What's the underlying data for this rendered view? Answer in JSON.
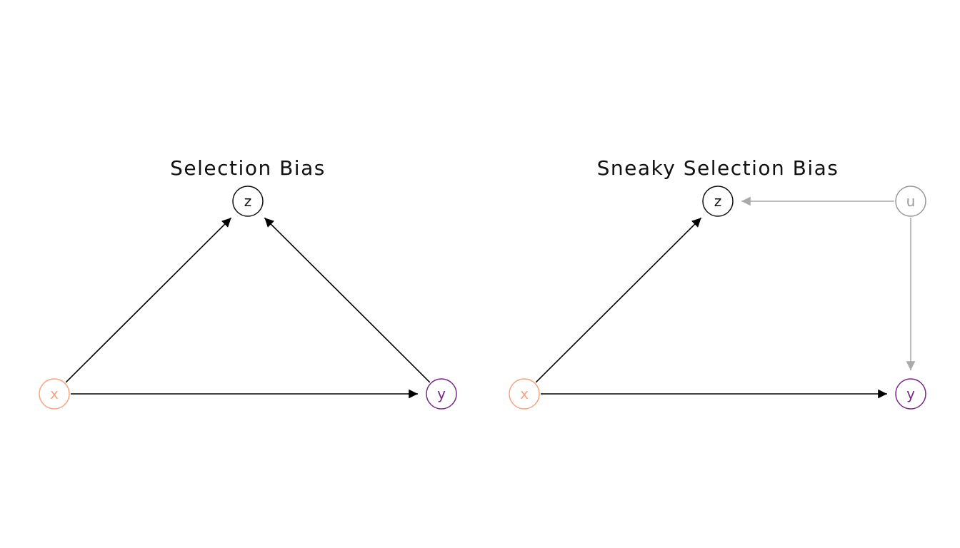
{
  "colors": {
    "background": "#ffffff",
    "edge": "#000000",
    "edge_latent": "#aaaaaa",
    "node_x": "#f4a582",
    "node_y": "#762a83",
    "node_z": "#111111",
    "node_u": "#999999"
  },
  "panels": [
    {
      "title": "Selection Bias",
      "nodes": [
        {
          "id": "z",
          "label": "z",
          "role": "collider"
        },
        {
          "id": "x",
          "label": "x",
          "role": "exposure"
        },
        {
          "id": "y",
          "label": "y",
          "role": "outcome"
        }
      ],
      "edges": [
        {
          "from": "x",
          "to": "z",
          "style": "solid"
        },
        {
          "from": "y",
          "to": "z",
          "style": "solid"
        },
        {
          "from": "x",
          "to": "y",
          "style": "solid"
        }
      ]
    },
    {
      "title": "Sneaky Selection Bias",
      "nodes": [
        {
          "id": "z",
          "label": "z",
          "role": "collider"
        },
        {
          "id": "u",
          "label": "u",
          "role": "latent"
        },
        {
          "id": "x",
          "label": "x",
          "role": "exposure"
        },
        {
          "id": "y",
          "label": "y",
          "role": "outcome"
        }
      ],
      "edges": [
        {
          "from": "x",
          "to": "z",
          "style": "solid"
        },
        {
          "from": "u",
          "to": "z",
          "style": "latent"
        },
        {
          "from": "u",
          "to": "y",
          "style": "latent"
        },
        {
          "from": "x",
          "to": "y",
          "style": "solid"
        }
      ]
    }
  ]
}
